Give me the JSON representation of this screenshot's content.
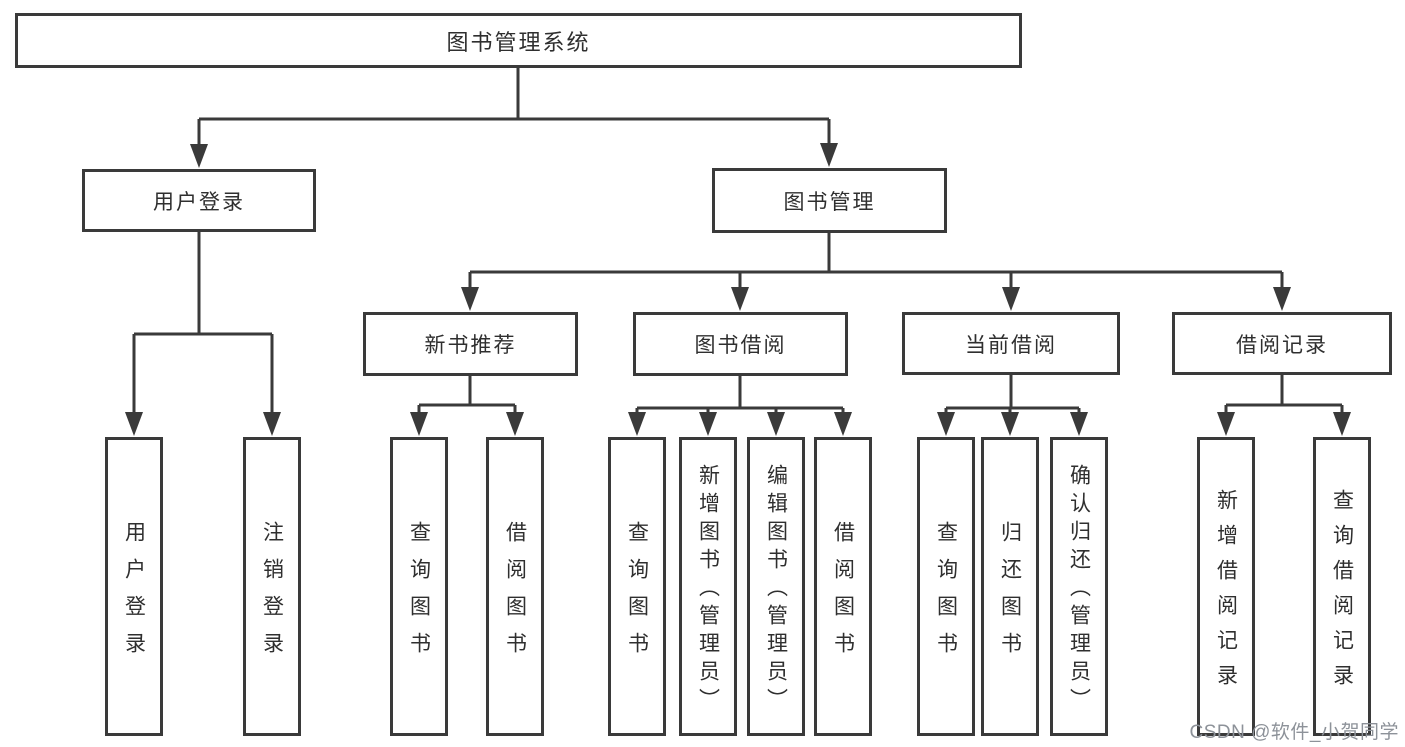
{
  "tree": {
    "label": "图书管理系统",
    "children": [
      {
        "label": "用户登录",
        "children": [
          {
            "label": "用户登录"
          },
          {
            "label": "注销登录"
          }
        ]
      },
      {
        "label": "图书管理",
        "children": [
          {
            "label": "新书推荐",
            "children": [
              {
                "label": "查询图书"
              },
              {
                "label": "借阅图书"
              }
            ]
          },
          {
            "label": "图书借阅",
            "children": [
              {
                "label": "查询图书"
              },
              {
                "label": "新增图书（管理员）"
              },
              {
                "label": "编辑图书（管理员）"
              },
              {
                "label": "借阅图书"
              }
            ]
          },
          {
            "label": "当前借阅",
            "children": [
              {
                "label": "查询图书"
              },
              {
                "label": "归还图书"
              },
              {
                "label": "确认归还（管理员）"
              }
            ]
          },
          {
            "label": "借阅记录",
            "children": [
              {
                "label": "新增借阅记录"
              },
              {
                "label": "查询借阅记录"
              }
            ]
          }
        ]
      }
    ]
  },
  "watermark": {
    "text": "CSDN @软件_小贺同学"
  },
  "colors": {
    "line": "#3a3a3a",
    "border": "#3a3a3a",
    "text": "#2f2f2f",
    "background": "#ffffff",
    "watermark": "#8d9299"
  }
}
